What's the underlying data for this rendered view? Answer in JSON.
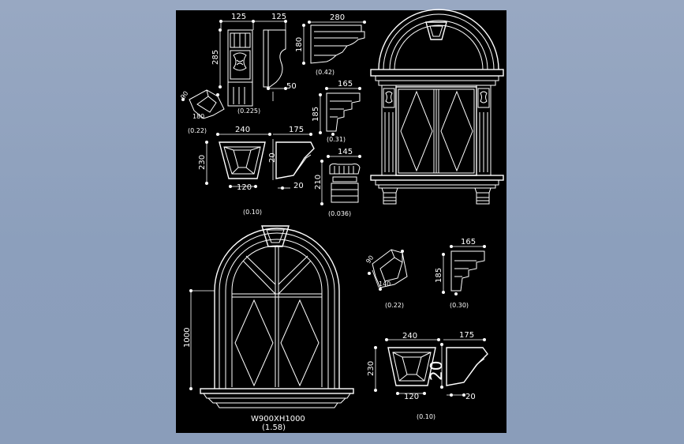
{
  "colors": {
    "background": "#8c9fbc",
    "sheet": "#000000",
    "lines": "#ffffff"
  },
  "dims": {
    "d125a": "125",
    "d125b": "125",
    "d285": "285",
    "d50": "50",
    "s0225": "(0.225)",
    "d280": "280",
    "d180": "180",
    "s042": "(0.42)",
    "d90a": "90",
    "d180b": "180",
    "s022a": "(0.22)",
    "d165a": "165",
    "d185a": "185",
    "s031": "(0.31)",
    "d240a": "240",
    "d175a": "175",
    "d230a": "230",
    "d120a": "120",
    "d20a": "20",
    "d20b": "20",
    "s010a": "(0.10)",
    "d145": "145",
    "d210": "210",
    "s0036": "(0.036)",
    "d90b": "90",
    "d140": "140",
    "s022b": "(0.22)",
    "d165b": "165",
    "d185b": "185",
    "s030": "(0.30)",
    "d1000": "1000",
    "d240b": "240",
    "d175b": "175",
    "d230b": "230",
    "d120b": "120",
    "d20c": "20",
    "d20d": "20",
    "s010b": "(0.10)"
  },
  "window_title": {
    "name": "W900XH1000",
    "scale": "(1.58)"
  }
}
